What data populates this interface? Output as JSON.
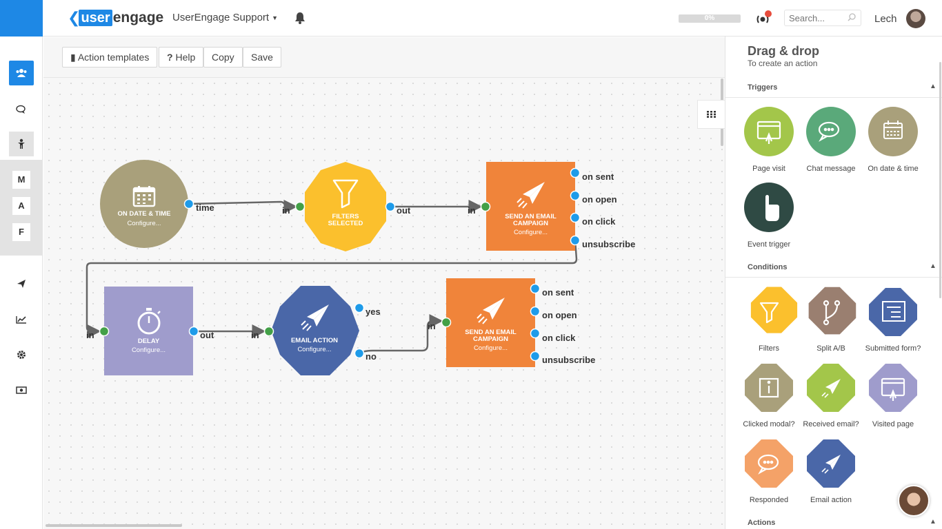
{
  "app": {
    "logo_part1": "user",
    "logo_part2": "engage",
    "workspace": "UserEngage Support",
    "progress": "0%",
    "search_placeholder": "Search...",
    "user_name": "Lech"
  },
  "sidebar": {
    "letters": [
      "M",
      "A",
      "F"
    ],
    "icons": [
      "users-icon",
      "chat-icon",
      "person-icon",
      "send-icon",
      "chart-icon",
      "gear-icon",
      "money-icon"
    ]
  },
  "toolbar": {
    "templates_label": "Action templates",
    "help_label": "Help",
    "help_prefix": "?",
    "copy_label": "Copy",
    "save_label": "Save"
  },
  "flow": {
    "nodes": [
      {
        "id": "date",
        "title": "ON DATE & TIME",
        "sub": "Configure...",
        "color": "#a9a07b"
      },
      {
        "id": "filters",
        "title": "FILTERS SELECTED",
        "color": "#fbc02d"
      },
      {
        "id": "email1",
        "title": "SEND AN EMAIL CAMPAIGN",
        "sub": "Configure...",
        "color": "#f0843a"
      },
      {
        "id": "delay",
        "title": "DELAY",
        "sub": "Configure...",
        "color": "#9f9ccc"
      },
      {
        "id": "emailaction",
        "title": "EMAIL ACTION",
        "sub": "Configure...",
        "color": "#4a67a8"
      },
      {
        "id": "email2",
        "title": "SEND AN EMAIL CAMPAIGN",
        "sub": "Configure...",
        "color": "#f0843a"
      }
    ],
    "ports": {
      "time": "time",
      "in": "in",
      "out": "out",
      "on_sent": "on sent",
      "on_open": "on open",
      "on_click": "on click",
      "unsubscribe": "unsubscribe",
      "yes": "yes",
      "no": "no"
    }
  },
  "panel": {
    "title": "Drag & drop",
    "subtitle": "To create an action",
    "sections": {
      "triggers": "Triggers",
      "conditions": "Conditions",
      "actions": "Actions"
    },
    "triggers": [
      {
        "label": "Page visit",
        "color": "#a3c64a",
        "icon": "page-visit-icon"
      },
      {
        "label": "Chat message",
        "color": "#5aa97a",
        "icon": "chat-bubbles-icon"
      },
      {
        "label": "On date & time",
        "color": "#a9a07b",
        "icon": "calendar-icon"
      },
      {
        "label": "Event trigger",
        "color": "#2f4a44",
        "icon": "hand-click-icon"
      }
    ],
    "conditions": [
      {
        "label": "Filters",
        "color": "#fbc02d",
        "icon": "funnel-icon"
      },
      {
        "label": "Split A/B",
        "color": "#9a7f70",
        "icon": "split-icon"
      },
      {
        "label": "Submitted form?",
        "color": "#4a67a8",
        "icon": "form-icon"
      },
      {
        "label": "Clicked modal?",
        "color": "#a9a07b",
        "icon": "modal-icon"
      },
      {
        "label": "Received email?",
        "color": "#a3c64a",
        "icon": "paper-plane-icon"
      },
      {
        "label": "Visited page",
        "color": "#9f9ccc",
        "icon": "page-visit-icon"
      },
      {
        "label": "Responded",
        "color": "#f4a268",
        "icon": "chat-bubbles-icon"
      },
      {
        "label": "Email action",
        "color": "#4a67a8",
        "icon": "paper-plane-icon"
      }
    ]
  }
}
